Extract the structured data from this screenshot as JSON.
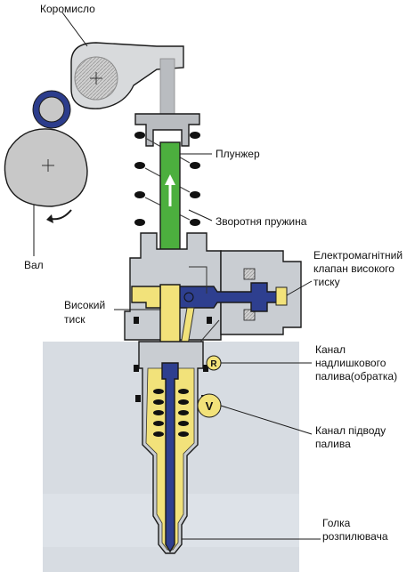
{
  "labels": {
    "rocker": "Коромисло",
    "plunger": "Плунжер",
    "return_spring": "Зворотня пружина",
    "valve_line1": "Електромагнітний",
    "valve_line2": "клапан високого",
    "valve_line3": "тиску",
    "high_press_line1": "Високий",
    "high_press_line2": "тиск",
    "camshaft": "Вал",
    "overflow_line1": "Канал",
    "overflow_line2": "надлишкового",
    "overflow_line3": "палива(обратка)",
    "supply_line1": "Канал підводу",
    "supply_line2": "палива",
    "needle_line1": "Голка",
    "needle_line2": "розпилювача",
    "badge_r": "R",
    "badge_v": "V"
  },
  "colors": {
    "plunger": "#4caf3e",
    "high_pressure": "#f2e27a",
    "valve": "#2e3f8f",
    "housing": "#c9cdd2",
    "engine_block": "#d7dce2",
    "rocker": "#d8dadc",
    "cam": "#c8c8c8",
    "roller_ring": "#2c3d8c"
  }
}
